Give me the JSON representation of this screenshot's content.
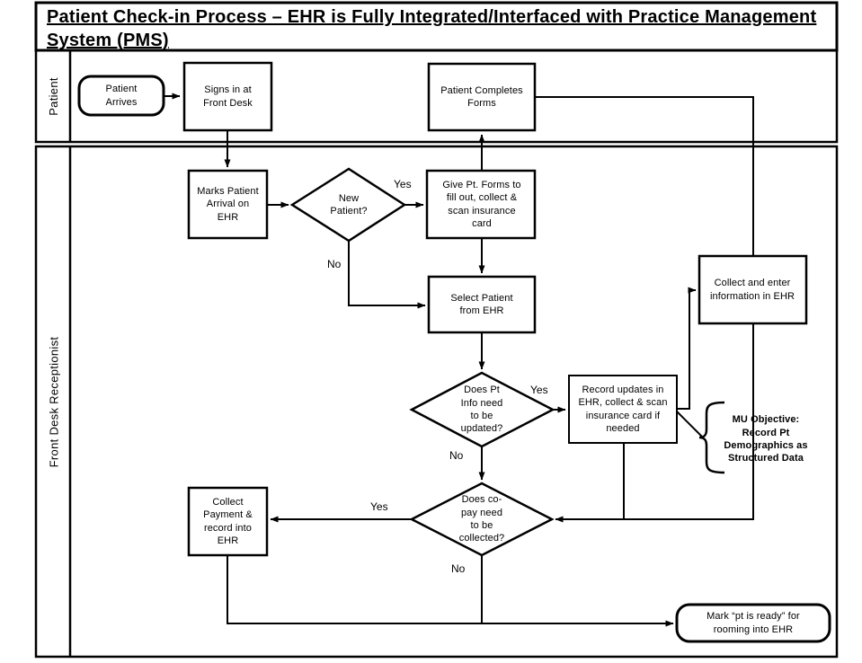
{
  "title": "Patient Check-in Process – EHR is Fully Integrated/Interfaced with Practice Management System (PMS)",
  "lanes": {
    "patient": "Patient",
    "front_desk": "Front Desk Receptionist"
  },
  "nodes": {
    "patient_arrives": "Patient Arrives",
    "signs_in": "Signs in at Front Desk",
    "patient_completes_forms": "Patient Completes Forms",
    "marks_arrival": "Marks Patient Arrival on EHR",
    "new_patient": "New Patient?",
    "give_forms": "Give Pt. Forms to fill out, collect & scan insurance card",
    "select_patient": "Select Patient from EHR",
    "pt_info_update": "Does Pt Info need to be updated?",
    "record_updates": "Record updates in EHR, collect & scan insurance card if needed",
    "collect_enter": "Collect and enter information in EHR",
    "copay": "Does co-pay need to be collected?",
    "collect_payment": "Collect Payment & record into EHR",
    "mark_ready": "Mark “pt is ready” for rooming into EHR"
  },
  "edge_labels": {
    "new_patient_yes": "Yes",
    "new_patient_no": "No",
    "pt_info_yes": "Yes",
    "pt_info_no": "No",
    "copay_yes": "Yes",
    "copay_no": "No"
  },
  "annotation": {
    "mu_objective": "MU Objective: Record Pt Demographics as Structured Data"
  },
  "colors": {
    "line": "#000000",
    "background": "#ffffff"
  }
}
